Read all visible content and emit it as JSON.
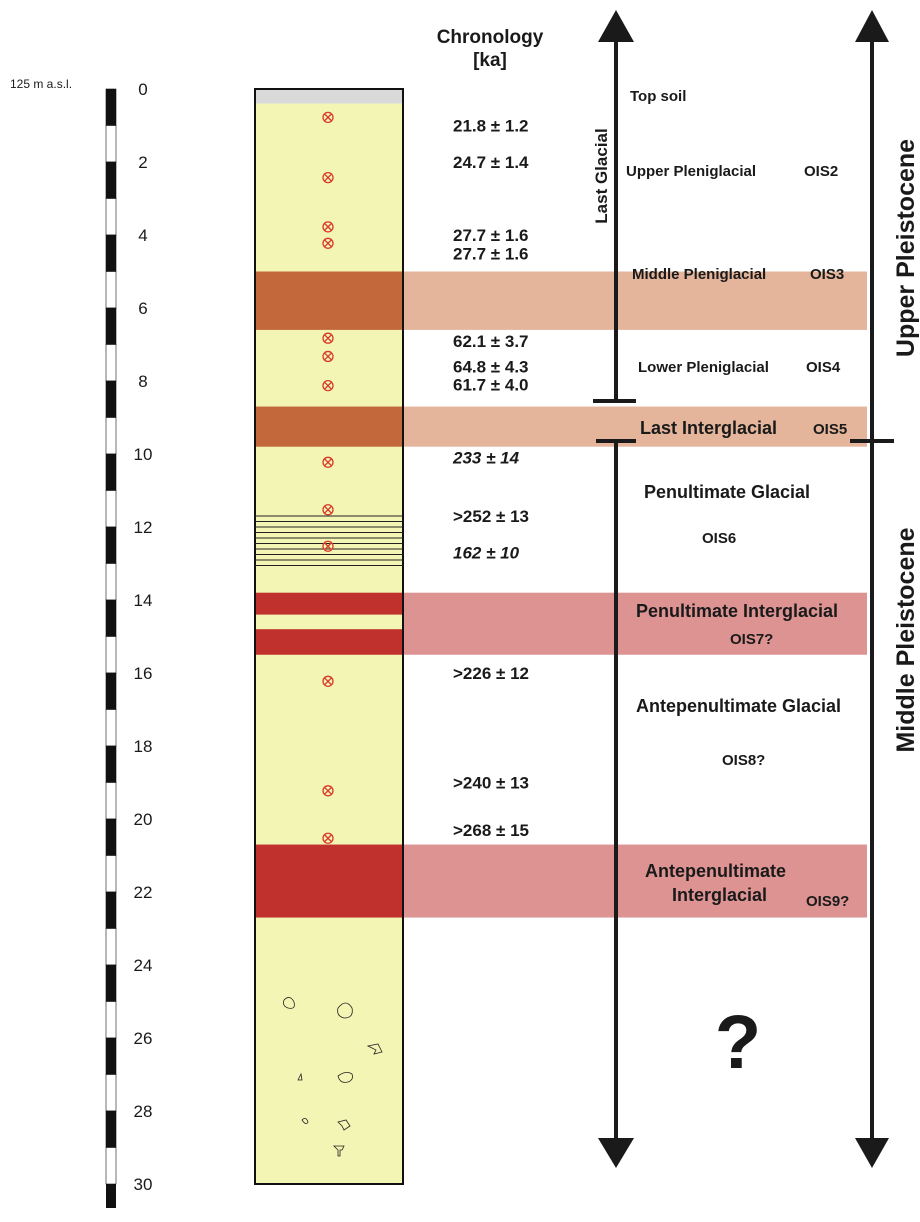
{
  "elevation_label": "125 m a.s.l.",
  "depth_ticks": [
    "0",
    "2",
    "4",
    "6",
    "8",
    "10",
    "12",
    "14",
    "16",
    "18",
    "20",
    "22",
    "24",
    "26",
    "28",
    "30"
  ],
  "chronology_header": {
    "line1": "Chronology",
    "line2": "[ka]"
  },
  "column": {
    "top_soil_depth": 0.4,
    "base_depth": 30.0,
    "stripes_depth": [
      11.7,
      13.2
    ]
  },
  "layers": [
    {
      "name": "top-soil",
      "from": 0.0,
      "to": 0.4,
      "color": "#d9d9d9"
    },
    {
      "name": "loess",
      "from": 0.4,
      "to": 30.0,
      "color": "#f2f5b3"
    },
    {
      "name": "palaeosol-ois3",
      "from": 5.0,
      "to": 6.6,
      "color": "#c2683a"
    },
    {
      "name": "palaeosol-ois5",
      "from": 8.7,
      "to": 9.8,
      "color": "#c2683a"
    },
    {
      "name": "palaeosol-ois7-a",
      "from": 13.8,
      "to": 14.4,
      "color": "#c0302c"
    },
    {
      "name": "palaeosol-ois7-b",
      "from": 14.8,
      "to": 15.5,
      "color": "#c0302c"
    },
    {
      "name": "palaeosol-ois9",
      "from": 20.7,
      "to": 22.7,
      "color": "#c0302c"
    }
  ],
  "bands": [
    {
      "from": 5.0,
      "to": 6.6,
      "color": "#e4b59a"
    },
    {
      "from": 8.7,
      "to": 9.8,
      "color": "#e4b59a"
    },
    {
      "from": 13.8,
      "to": 15.5,
      "color": "#de9393"
    },
    {
      "from": 20.7,
      "to": 22.7,
      "color": "#de9393"
    }
  ],
  "samples_depth": [
    0.75,
    2.4,
    3.75,
    4.2,
    6.8,
    7.3,
    8.1,
    10.2,
    11.5,
    12.5,
    16.2,
    19.2,
    20.5
  ],
  "ages": [
    {
      "text": "21.8 ± 1.2",
      "depth": 1.0,
      "italic": false
    },
    {
      "text": "24.7 ± 1.4",
      "depth": 2.0,
      "italic": false
    },
    {
      "text": "27.7 ± 1.6",
      "depth": 4.0,
      "italic": false
    },
    {
      "text": "27.7 ± 1.6",
      "depth": 4.5,
      "italic": false
    },
    {
      "text": "62.1 ± 3.7",
      "depth": 6.9,
      "italic": false
    },
    {
      "text": "64.8 ± 4.3",
      "depth": 7.6,
      "italic": false
    },
    {
      "text": "61.7 ± 4.0",
      "depth": 8.1,
      "italic": false
    },
    {
      "text": "233 ± 14",
      "depth": 10.1,
      "italic": true
    },
    {
      "text": ">252 ± 13",
      "depth": 11.7,
      "italic": false
    },
    {
      "text": "162 ± 10",
      "depth": 12.7,
      "italic": true
    },
    {
      "text": ">226 ± 12",
      "depth": 16.0,
      "italic": false
    },
    {
      "text": ">240 ± 13",
      "depth": 19.0,
      "italic": false
    },
    {
      "text": ">268 ± 15",
      "depth": 20.3,
      "italic": false
    }
  ],
  "stage_labels": {
    "top_soil": "Top soil",
    "upper_pleniglacial": "Upper Pleniglacial",
    "ois2": "OIS2",
    "middle_pleniglacial": "Middle Pleniglacial",
    "ois3": "OIS3",
    "lower_pleniglacial": "Lower Pleniglacial",
    "ois4": "OIS4",
    "last_interglacial": "Last Interglacial",
    "ois5": "OIS5",
    "penultimate_glacial": "Penultimate Glacial",
    "ois6": "OIS6",
    "penultimate_interglacial": "Penultimate Interglacial",
    "ois7": "OIS7?",
    "antepenultimate_glacial": "Antepenultimate Glacial",
    "ois8": "OIS8?",
    "antepenultimate_interglacial_1": "Antepenultimate",
    "antepenultimate_interglacial_2": "Interglacial",
    "ois9": "OIS9?",
    "unknown": "?"
  },
  "axis_labels": {
    "last_glacial": "Last Glacial",
    "upper_pleistocene": "Upper Pleistocene",
    "middle_pleistocene": "Middle Pleistocene"
  },
  "colors": {
    "sample": "#d93a2a",
    "arrow": "#1a1a1a"
  }
}
